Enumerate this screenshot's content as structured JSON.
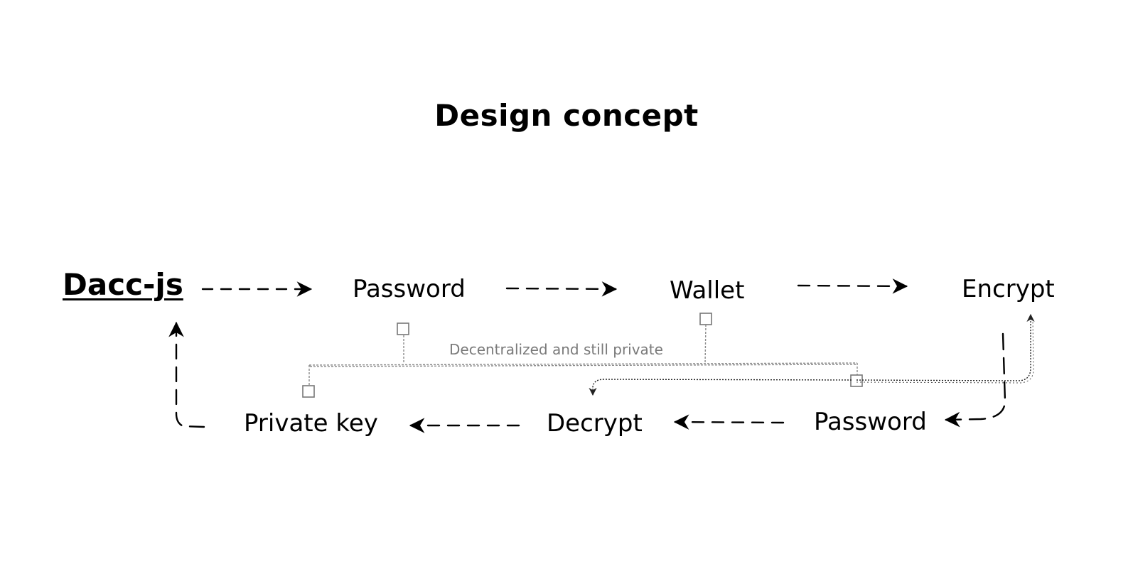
{
  "diagram": {
    "title": "Design concept",
    "nodes": {
      "dacc_js": "Dacc-js",
      "password_top": "Password",
      "wallet": "Wallet",
      "encrypt": "Encrypt",
      "private_key": "Private key",
      "decrypt": "Decrypt",
      "password_bottom": "Password"
    },
    "annotation": "Decentralized and still private",
    "edges": [
      {
        "from": "Dacc-js",
        "to": "Password",
        "style": "dashed"
      },
      {
        "from": "Password",
        "to": "Wallet",
        "style": "dashed"
      },
      {
        "from": "Wallet",
        "to": "Encrypt",
        "style": "dashed"
      },
      {
        "from": "Encrypt",
        "to": "Password",
        "style": "dashed"
      },
      {
        "from": "Password",
        "to": "Decrypt",
        "style": "dashed"
      },
      {
        "from": "Decrypt",
        "to": "Private key",
        "style": "dashed"
      },
      {
        "from": "Private key",
        "to": "Dacc-js",
        "style": "dashed"
      }
    ],
    "colors": {
      "ink": "#000000",
      "annotation": "#7a7a7a"
    }
  }
}
